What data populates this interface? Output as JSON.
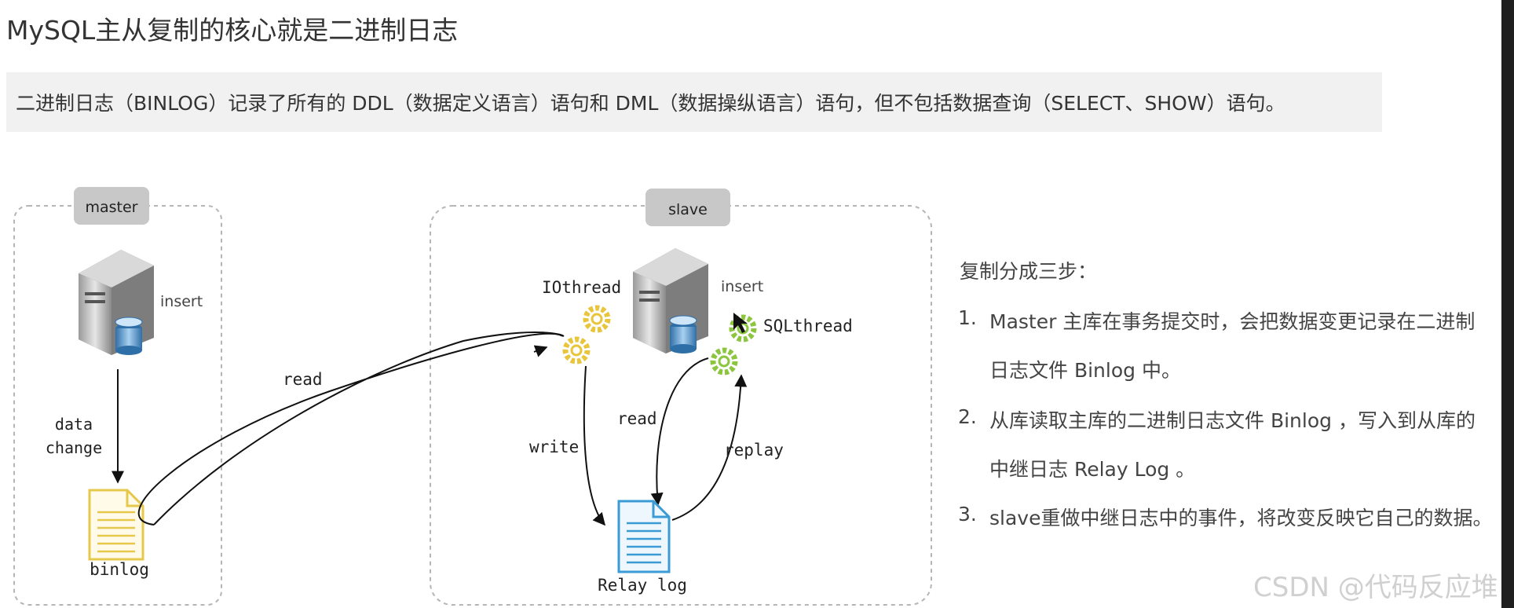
{
  "title": "MySQL主从复制的核心就是二进制日志",
  "description": "二进制日志（BINLOG）记录了所有的 DDL（数据定义语言）语句和 DML（数据操纵语言）语句，但不包括数据查询（SELECT、SHOW）语句。",
  "diagram": {
    "master_tag": "master",
    "slave_tag": "slave",
    "master_insert": "insert",
    "slave_insert": "insert",
    "data_change_line1": "data",
    "data_change_line2": "change",
    "binlog": "binlog",
    "read_main": "read",
    "iothread": "IOthread",
    "sqlthread": "SQLthread",
    "write": "write",
    "read_slave": "read",
    "replay": "replay",
    "relay_log": "Relay log"
  },
  "steps": {
    "heading": "复制分成三步：",
    "items": [
      {
        "num": "1.",
        "line1": "Master 主库在事务提交时，会把数据变更记录在二进制",
        "line2": "日志文件 Binlog 中。"
      },
      {
        "num": "2.",
        "line1": "从库读取主库的二进制日志文件 Binlog ，写入到从库的",
        "line2": "中继日志 Relay Log 。"
      },
      {
        "num": "3.",
        "line1": "slave重做中继日志中的事件，将改变反映它自己的数据。",
        "line2": ""
      }
    ]
  },
  "watermark": "CSDN @代码反应堆",
  "colors": {
    "gear": "#e8c53a",
    "gear_green": "#8cc63f",
    "binlog_doc": "#e6c84c",
    "relay_doc": "#3a9bd5",
    "tag_bg": "#c8c8c8"
  }
}
